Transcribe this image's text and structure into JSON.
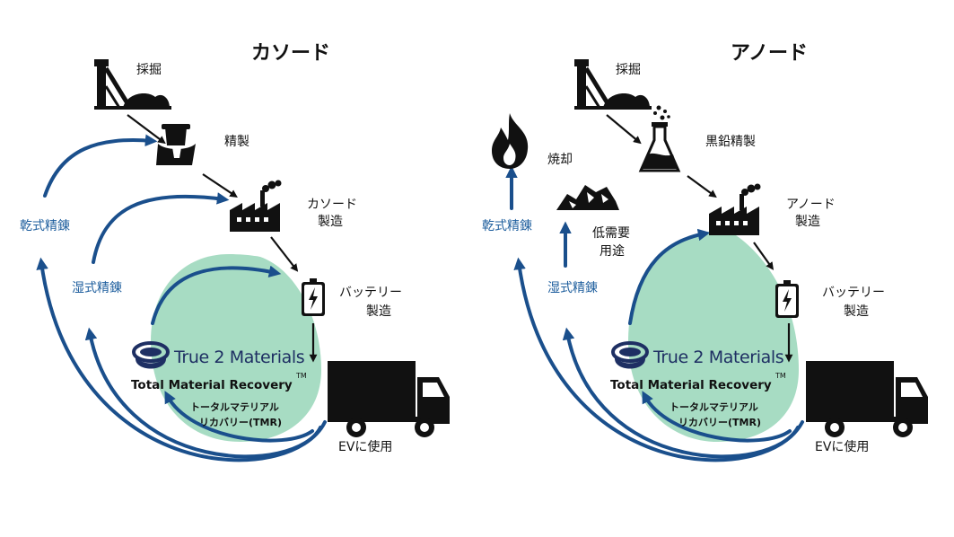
{
  "colors": {
    "arrow_blue": "#1a4f8c",
    "label_blue": "#1f5f9e",
    "blob_green": "#a7dcc3",
    "icon_black": "#111111"
  },
  "cathode": {
    "title": "カソード",
    "mining": "採掘",
    "refining": "精製",
    "production_1": "カソード",
    "production_2": "製造",
    "battery_1": "バッテリー",
    "battery_2": "製造",
    "ev_use": "EVに使用",
    "dry_refining": "乾式精錬",
    "wet_refining": "湿式精錬",
    "brand": "True 2 Materials",
    "tmr_en": "Total Material Recovery",
    "tm": "TM",
    "tmr_jp_1": "トータルマテリアル",
    "tmr_jp_2": "リカバリー(TMR)"
  },
  "anode": {
    "title": "アノード",
    "mining": "採掘",
    "graphite_refining": "黒鉛精製",
    "incineration": "焼却",
    "low_demand_1": "低需要",
    "low_demand_2": "用途",
    "production_1": "アノード",
    "production_2": "製造",
    "battery_1": "バッテリー",
    "battery_2": "製造",
    "ev_use": "EVに使用",
    "dry_refining": "乾式精錬",
    "wet_refining": "湿式精錬",
    "brand": "True 2 Materials",
    "tmr_en": "Total Material Recovery",
    "tm": "TM",
    "tmr_jp_1": "トータルマテリアル",
    "tmr_jp_2": "リカバリー(TMR)"
  },
  "icons": [
    "mine-icon",
    "refinery-bucket-icon",
    "factory-icon",
    "battery-icon",
    "truck-icon",
    "true2materials-logo-icon",
    "flame-icon",
    "scrap-pile-icon",
    "flask-icon"
  ]
}
